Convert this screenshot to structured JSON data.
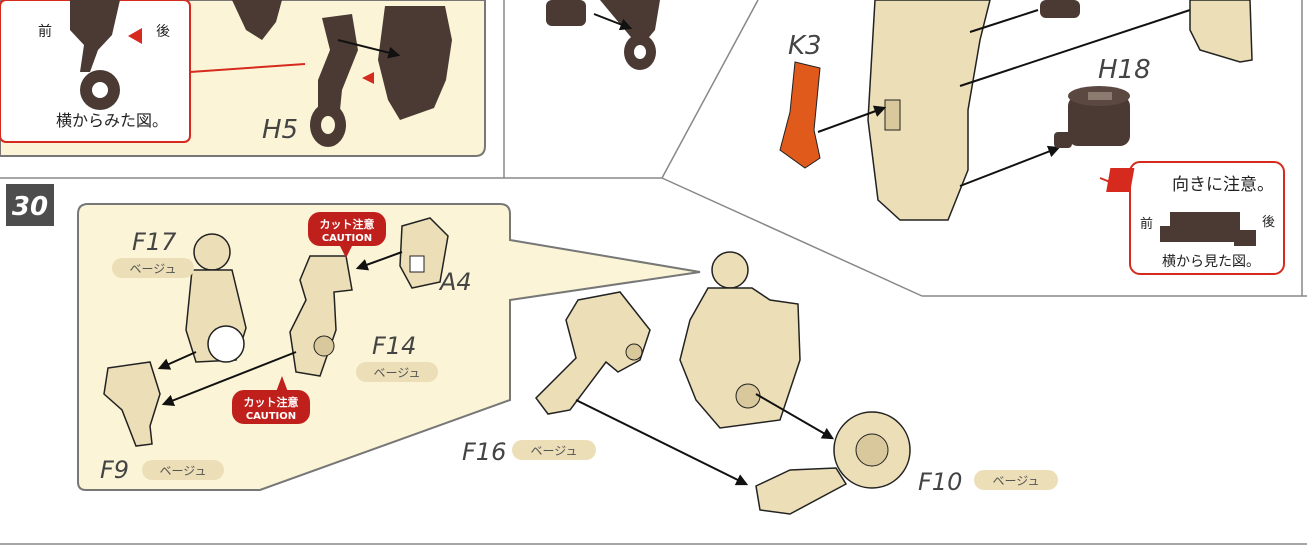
{
  "step": {
    "number": "30"
  },
  "callout_top_left": {
    "front": "前",
    "back": "後",
    "side_view_caption": "横からみた図。"
  },
  "parts": {
    "h5": "H5",
    "k3": "K3",
    "h18": "H18",
    "f17": "F17",
    "a4": "A4",
    "f14": "F14",
    "f9": "F9",
    "f16": "F16",
    "f10": "F10"
  },
  "color_tag": "ベージュ",
  "caution": {
    "jp": "カット注意",
    "en": "CAUTION"
  },
  "warning_box": {
    "title": "向きに注意。",
    "front": "前",
    "back": "後",
    "caption": "横から見た図。"
  },
  "colors": {
    "beige": "#ecdfb8",
    "panel_bg": "#fbf4d6",
    "dark_part": "#4a3a33",
    "orange_part": "#e05a1b",
    "accent_red": "#d62a1e",
    "step_badge": "#4d4d4d"
  }
}
